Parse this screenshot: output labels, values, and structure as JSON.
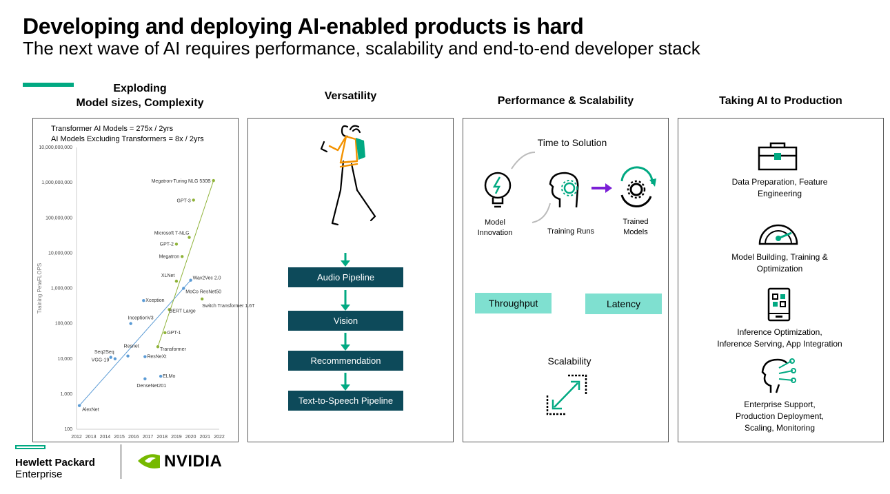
{
  "header": {
    "title": "Developing and deploying AI-enabled products is hard",
    "subtitle": "The next wave of AI requires performance, scalability and end-to-end developer stack"
  },
  "columns": {
    "col1_line1": "Exploding",
    "col1_line2": "Model sizes, Complexity",
    "col2": "Versatility",
    "col3": "Performance & Scalability",
    "col4": "Taking AI to Production"
  },
  "chart_notes": {
    "line1": "Transformer AI Models = 275x / 2yrs",
    "line2": "AI Models Excluding Transformers = 8x / 2yrs"
  },
  "chart_data": {
    "type": "scatter",
    "ylabel": "Training PetaFLOPS",
    "xlim": [
      2012,
      2022
    ],
    "ylim": [
      100,
      10000000000
    ],
    "y_scale": "log",
    "x_ticks": [
      "2012",
      "2013",
      "2014",
      "2015",
      "2016",
      "2017",
      "2018",
      "2019",
      "2020",
      "2021",
      "2022"
    ],
    "y_ticks": [
      {
        "v": 10000000000,
        "label": "10,000,000,000"
      },
      {
        "v": 1000000000,
        "label": "1,000,000,000"
      },
      {
        "v": 100000000,
        "label": "100,000,000"
      },
      {
        "v": 10000000,
        "label": "10,000,000"
      },
      {
        "v": 1000000,
        "label": "1,000,000"
      },
      {
        "v": 100000,
        "label": "100,000"
      },
      {
        "v": 10000,
        "label": "10,000"
      },
      {
        "v": 1000,
        "label": "1,000"
      },
      {
        "v": 100,
        "label": "100"
      }
    ],
    "series": [
      {
        "color": "#5b9bd5",
        "points": [
          {
            "label": "AlexNet",
            "x": 2012.2,
            "y": 470
          },
          {
            "label": "VGG-19",
            "x": 2014.4,
            "y": 11000
          },
          {
            "label": "Seq2Seq",
            "x": 2014.7,
            "y": 10000
          },
          {
            "label": "Resnet",
            "x": 2015.6,
            "y": 12000
          },
          {
            "label": "InceptionV3",
            "x": 2015.8,
            "y": 100000
          },
          {
            "label": "Xception",
            "x": 2016.7,
            "y": 450000
          },
          {
            "label": "DenseNet201",
            "x": 2016.8,
            "y": 2700
          },
          {
            "label": "ResNeXt",
            "x": 2016.8,
            "y": 11500
          },
          {
            "label": "ELMo",
            "x": 2017.9,
            "y": 3200
          },
          {
            "label": "MoCo ResNet50",
            "x": 2019.5,
            "y": 1000000
          },
          {
            "label": "Wav2Vec 2.0",
            "x": 2020.0,
            "y": 1700000
          }
        ]
      },
      {
        "color": "#8fb339",
        "points": [
          {
            "label": "Transformer",
            "x": 2017.7,
            "y": 22000
          },
          {
            "label": "GPT-1",
            "x": 2018.2,
            "y": 55000
          },
          {
            "label": "BERT Large",
            "x": 2018.5,
            "y": 250000
          },
          {
            "label": "XLNet",
            "x": 2019.0,
            "y": 1600000
          },
          {
            "label": "Switch Transformer 1.6T",
            "x": 2020.8,
            "y": 500000
          },
          {
            "label": "Megatron",
            "x": 2019.4,
            "y": 8000000
          },
          {
            "label": "GPT-2",
            "x": 2019.0,
            "y": 18000000
          },
          {
            "label": "Microsoft T-NLG",
            "x": 2019.9,
            "y": 28000000
          },
          {
            "label": "GPT-3",
            "x": 2020.2,
            "y": 320000000
          },
          {
            "label": "Megatron-Turing NLG 530B",
            "x": 2021.6,
            "y": 1150000000
          }
        ]
      }
    ],
    "trend_lines": [
      {
        "color": "#5b9bd5",
        "from": [
          2012.2,
          470
        ],
        "to": [
          2020.0,
          1700000
        ]
      },
      {
        "color": "#8fb339",
        "from": [
          2017.7,
          22000
        ],
        "to": [
          2021.6,
          1150000000
        ]
      }
    ]
  },
  "pipeline": [
    "Audio Pipeline",
    "Vision",
    "Recommendation",
    "Text-to-Speech Pipeline"
  ],
  "performance": {
    "time_to_solution": "Time to Solution",
    "model_innovation_1": "Model",
    "model_innovation_2": "Innovation",
    "training_runs": "Training Runs",
    "trained_1": "Trained",
    "trained_2": "Models",
    "throughput": "Throughput",
    "latency": "Latency",
    "scalability": "Scalability"
  },
  "production": {
    "item1_l1": "Data Preparation, Feature",
    "item1_l2": "Engineering",
    "item2_l1": "Model Building, Training &",
    "item2_l2": "Optimization",
    "item3_l1": "Inference Optimization,",
    "item3_l2": "Inference Serving, App Integration",
    "item4_l1": "Enterprise Support,",
    "item4_l2": "Production Deployment,",
    "item4_l3": "Scaling, Monitoring"
  },
  "footer": {
    "hpe_line1": "Hewlett Packard",
    "hpe_line2": "Enterprise",
    "nvidia": "NVIDIA"
  },
  "colors": {
    "accent": "#01a982",
    "pipeline_box": "#0d4a5a",
    "tag_fill": "#7fe0d0",
    "orange": "#f39200",
    "purple": "#7b1fd6",
    "nvidia_green": "#76b900"
  }
}
